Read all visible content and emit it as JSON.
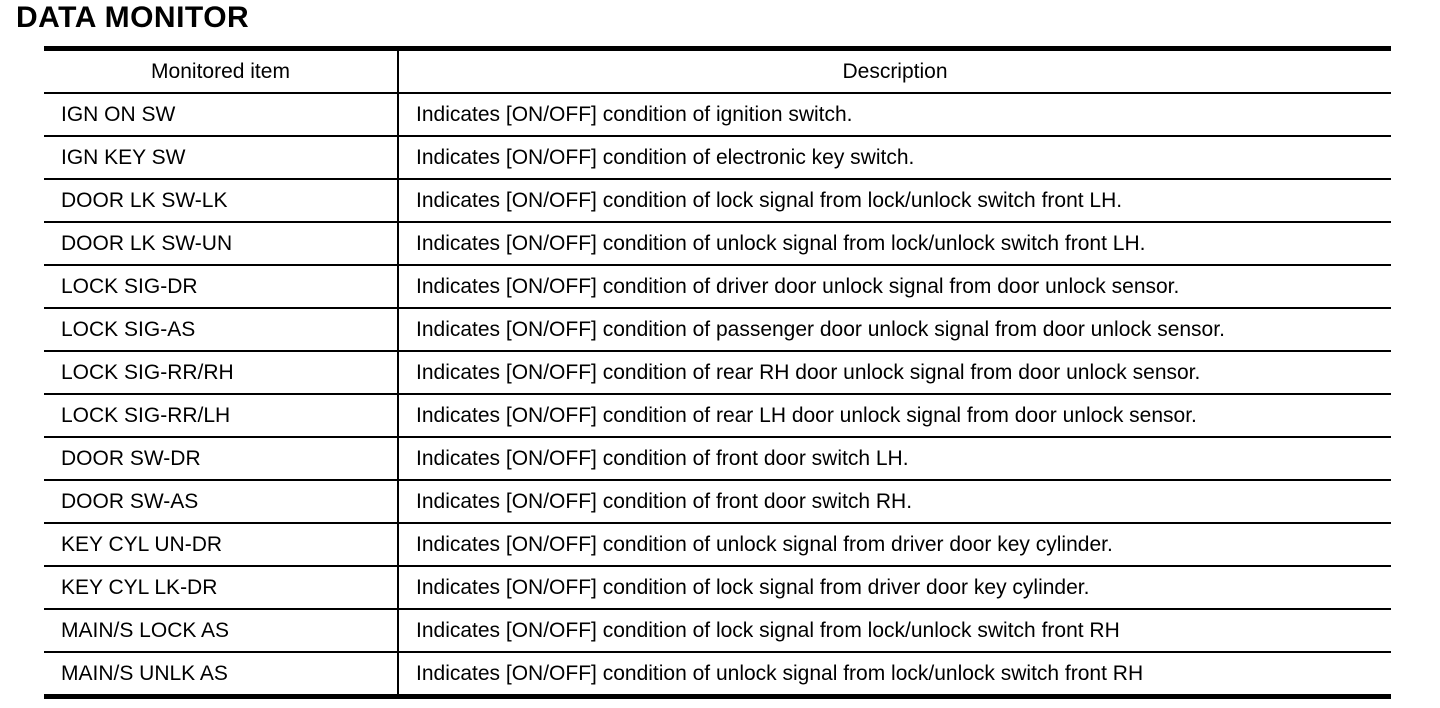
{
  "page": {
    "title": "DATA MONITOR"
  },
  "colors": {
    "background": "#ffffff",
    "text": "#000000",
    "border": "#000000"
  },
  "table": {
    "columns": [
      "Monitored item",
      "Description"
    ],
    "rows": [
      {
        "item": "IGN ON SW",
        "description": "Indicates [ON/OFF] condition of ignition switch."
      },
      {
        "item": "IGN KEY SW",
        "description": "Indicates [ON/OFF] condition of electronic key switch."
      },
      {
        "item": "DOOR LK SW-LK",
        "description": "Indicates [ON/OFF] condition of lock signal from lock/unlock switch front LH."
      },
      {
        "item": "DOOR LK SW-UN",
        "description": "Indicates [ON/OFF] condition of unlock signal from lock/unlock switch front LH."
      },
      {
        "item": "LOCK SIG-DR",
        "description": "Indicates [ON/OFF] condition of driver door unlock signal from door unlock sensor."
      },
      {
        "item": "LOCK SIG-AS",
        "description": "Indicates [ON/OFF] condition of passenger door unlock signal from door unlock sensor."
      },
      {
        "item": "LOCK SIG-RR/RH",
        "description": "Indicates [ON/OFF] condition of rear RH door unlock signal from door unlock sensor."
      },
      {
        "item": "LOCK SIG-RR/LH",
        "description": "Indicates [ON/OFF] condition of rear LH door unlock signal from door unlock sensor."
      },
      {
        "item": "DOOR SW-DR",
        "description": "Indicates [ON/OFF] condition of front door switch LH."
      },
      {
        "item": "DOOR SW-AS",
        "description": "Indicates [ON/OFF] condition of front door switch RH."
      },
      {
        "item": "KEY CYL UN-DR",
        "description": "Indicates [ON/OFF] condition of unlock signal from driver door key cylinder."
      },
      {
        "item": "KEY CYL LK-DR",
        "description": "Indicates [ON/OFF] condition of lock signal from driver door key cylinder."
      },
      {
        "item": "MAIN/S LOCK AS",
        "description": "Indicates [ON/OFF] condition of lock signal from lock/unlock switch front RH"
      },
      {
        "item": "MAIN/S UNLK AS",
        "description": "Indicates [ON/OFF] condition of unlock signal from lock/unlock switch front RH"
      }
    ]
  }
}
